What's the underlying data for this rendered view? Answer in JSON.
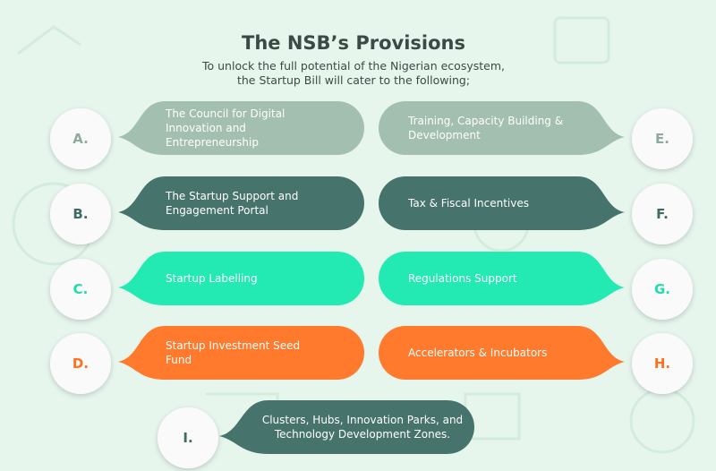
{
  "title": "The NSB’s Provisions",
  "subtitle_line1": "To unlock the full potential of the Nigerian ecosystem,",
  "subtitle_line2": "the Startup Bill will cater to the following;",
  "items": [
    {
      "letter": "A.",
      "text": "The Council for Digital Innovation and Entrepreneurship",
      "color": "#a3bfb0",
      "letter_color": "#8eab9c",
      "side": "left",
      "row": 0
    },
    {
      "letter": "B.",
      "text": "The Startup Support and Engagement Portal",
      "color": "#46736c",
      "letter_color": "#3f6b64",
      "side": "left",
      "row": 1
    },
    {
      "letter": "C.",
      "text": "Startup Labelling",
      "color": "#22eab2",
      "letter_color": "#1fdcab",
      "side": "left",
      "row": 2
    },
    {
      "letter": "D.",
      "text": "Startup Investment Seed Fund",
      "color": "#ff7a2c",
      "letter_color": "#ff6f1e",
      "side": "left",
      "row": 3
    },
    {
      "letter": "E.",
      "text": "Training, Capacity Building & Development",
      "color": "#a3bfb0",
      "letter_color": "#8eab9c",
      "side": "right",
      "row": 0
    },
    {
      "letter": "F.",
      "text": "Tax & Fiscal Incentives",
      "color": "#46736c",
      "letter_color": "#3f6b64",
      "side": "right",
      "row": 1
    },
    {
      "letter": "G.",
      "text": "Regulations Support",
      "color": "#22eab2",
      "letter_color": "#1fdcab",
      "side": "right",
      "row": 2
    },
    {
      "letter": "H.",
      "text": "Accelerators & Incubators",
      "color": "#ff7a2c",
      "letter_color": "#ff6f1e",
      "side": "right",
      "row": 3
    },
    {
      "letter": "I.",
      "text": "Clusters, Hubs, Innovation Parks, and Technology Development Zones.",
      "color": "#46736c",
      "letter_color": "#3f6b64",
      "side": "bottom",
      "row": 4
    }
  ]
}
